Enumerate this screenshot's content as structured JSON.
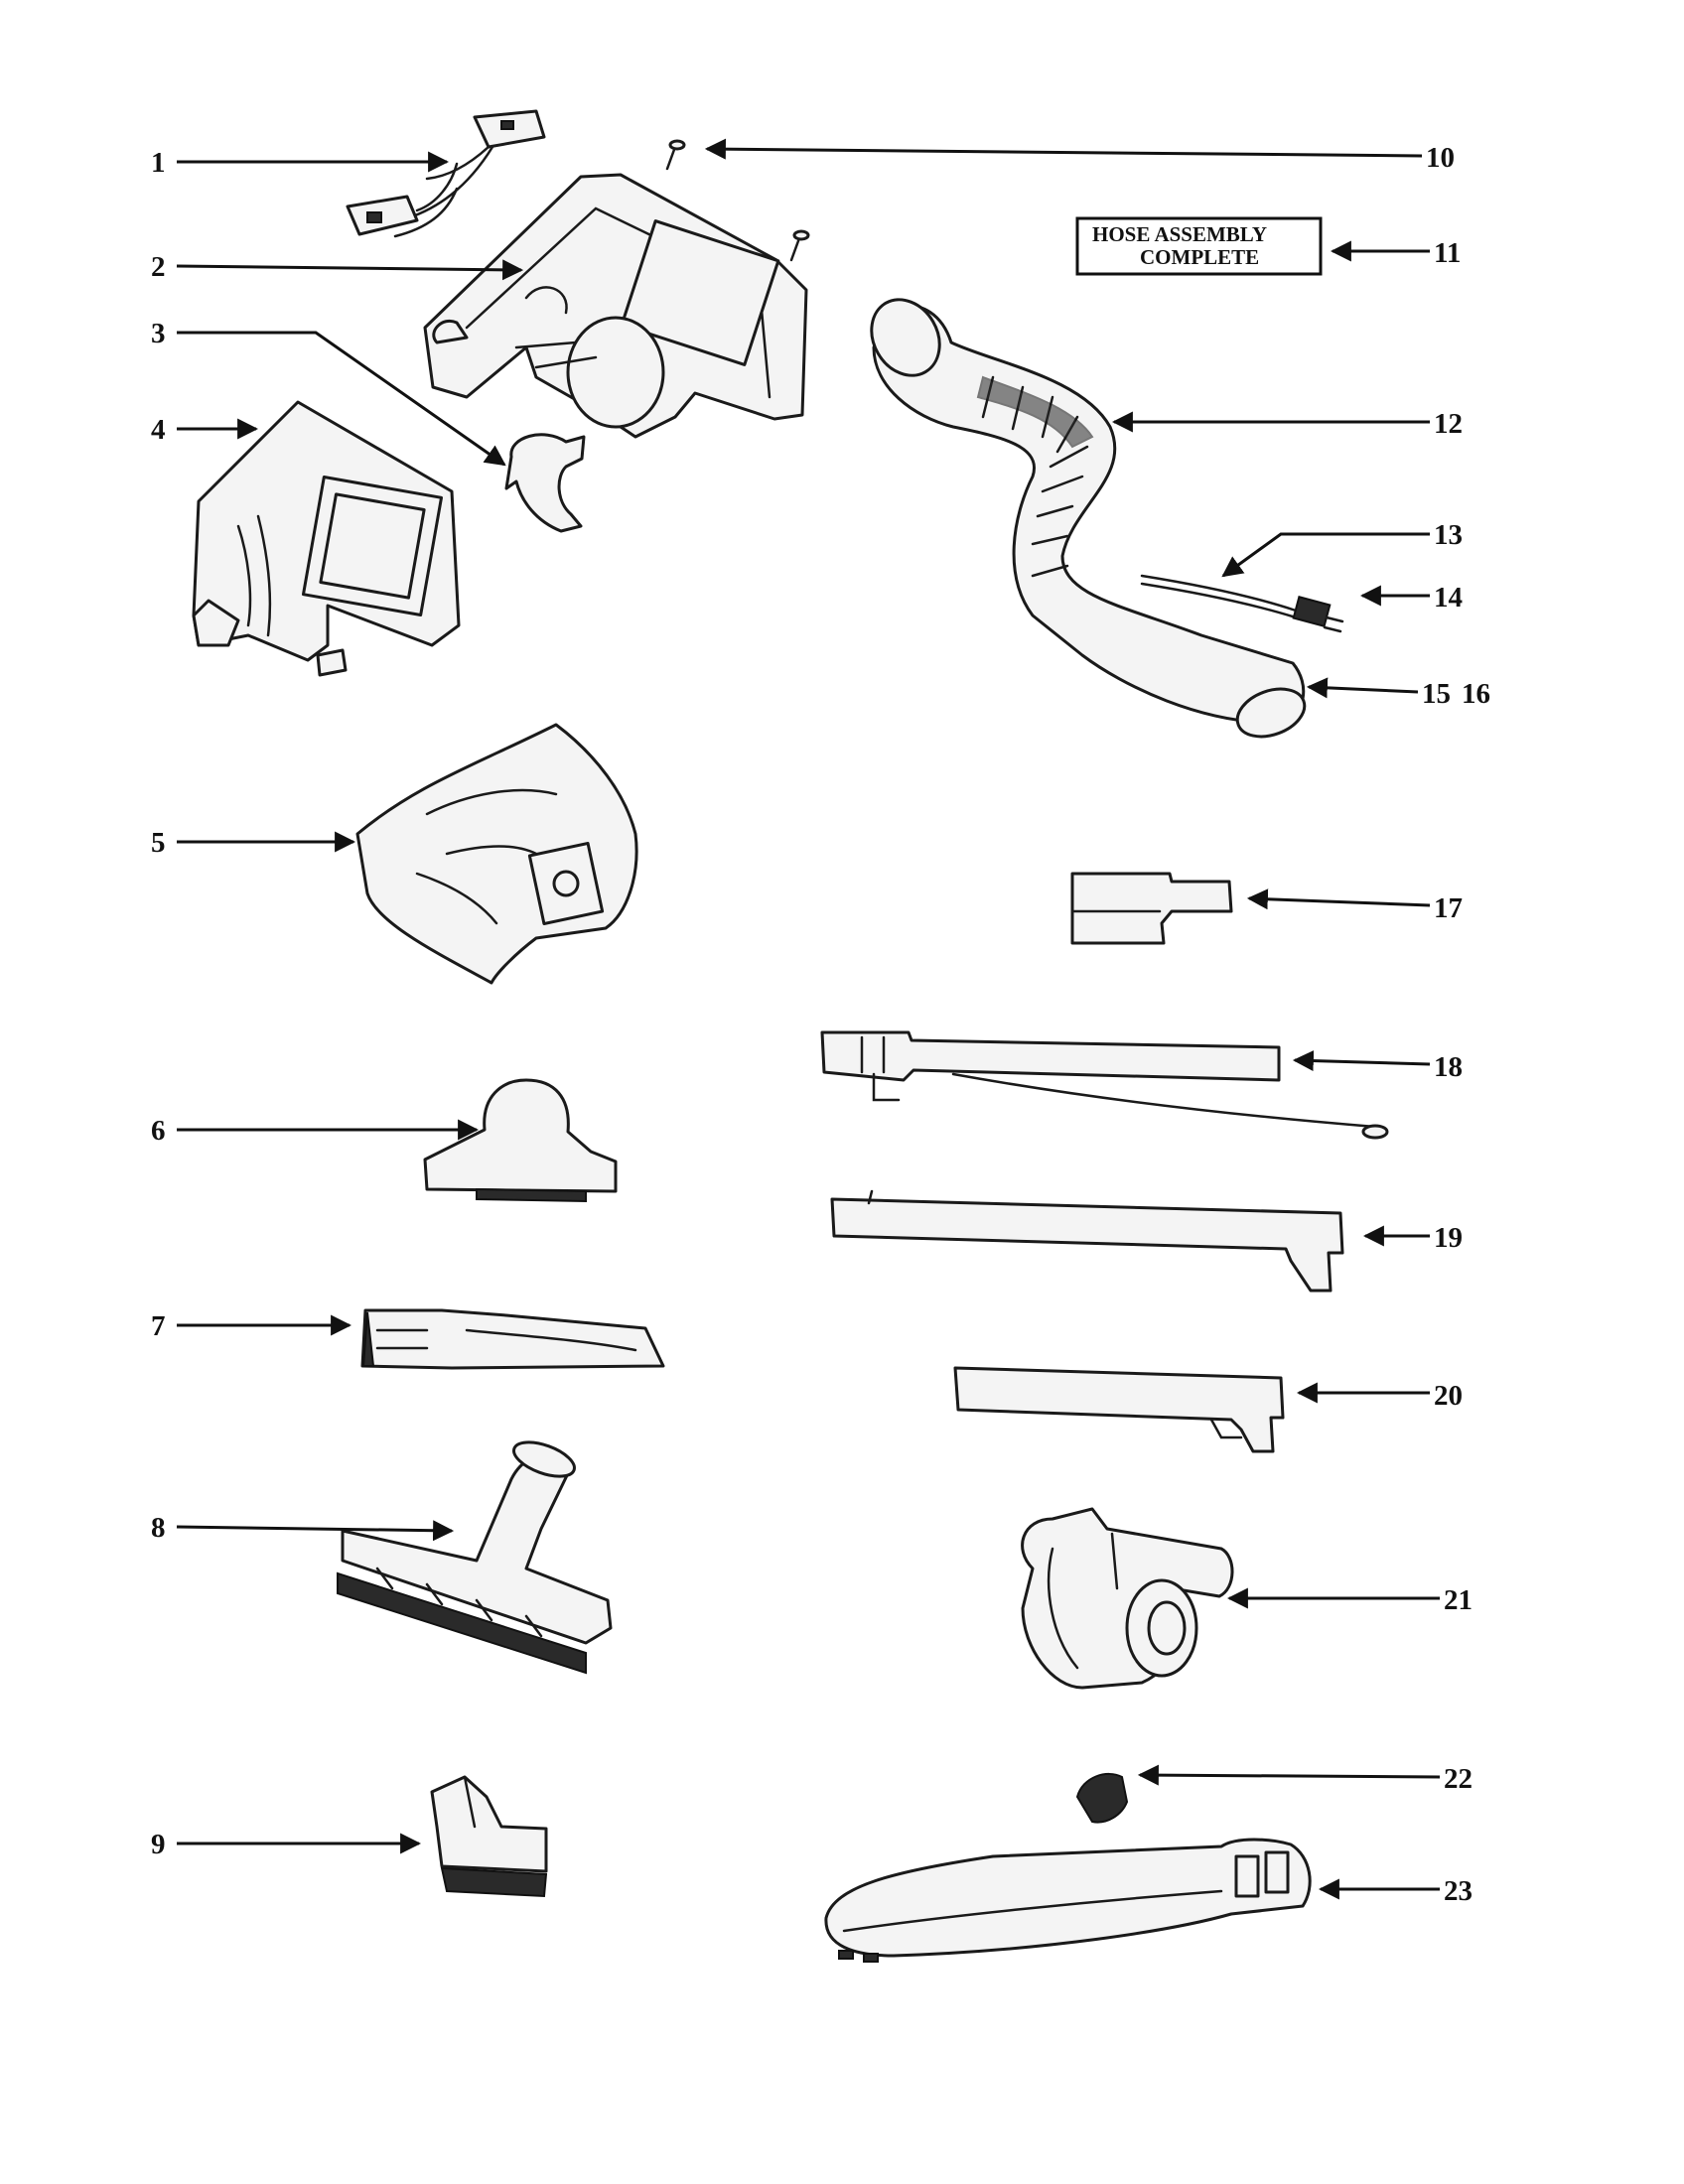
{
  "hose_label": {
    "line1": "HOSE ASSEMBLY",
    "line2": "COMPLETE"
  },
  "callouts": [
    {
      "id": "1",
      "text": "1"
    },
    {
      "id": "2",
      "text": "2"
    },
    {
      "id": "3",
      "text": "3"
    },
    {
      "id": "4",
      "text": "4"
    },
    {
      "id": "5",
      "text": "5"
    },
    {
      "id": "6",
      "text": "6"
    },
    {
      "id": "7",
      "text": "7"
    },
    {
      "id": "8",
      "text": "8"
    },
    {
      "id": "9",
      "text": "9"
    },
    {
      "id": "10",
      "text": "10"
    },
    {
      "id": "11",
      "text": "11"
    },
    {
      "id": "12",
      "text": "12"
    },
    {
      "id": "13",
      "text": "13"
    },
    {
      "id": "14",
      "text": "14"
    },
    {
      "id": "15",
      "text": "15"
    },
    {
      "id": "16",
      "text": "16"
    },
    {
      "id": "17",
      "text": "17"
    },
    {
      "id": "18",
      "text": "18"
    },
    {
      "id": "19",
      "text": "19"
    },
    {
      "id": "20",
      "text": "20"
    },
    {
      "id": "21",
      "text": "21"
    },
    {
      "id": "22",
      "text": "22"
    },
    {
      "id": "23",
      "text": "23"
    }
  ]
}
